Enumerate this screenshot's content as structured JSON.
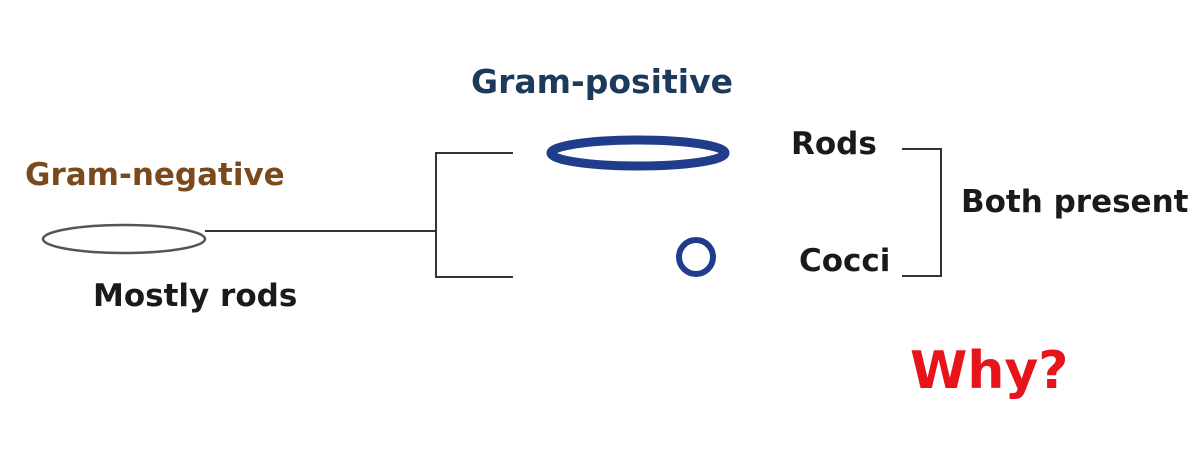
{
  "labels": {
    "gram_positive": "Gram-positive",
    "gram_negative": "Gram-negative",
    "mostly_rods": "Mostly rods",
    "rods": "Rods",
    "cocci": "Cocci",
    "both_present": "Both present",
    "question": "Why?"
  },
  "colors": {
    "gram_positive": "#1b3a5c",
    "gram_negative": "#7a4a1c",
    "cell_positive": "#1f3d8a",
    "cell_negative_stroke": "#555555",
    "question": "#e8141b",
    "text": "#1a1a1a"
  }
}
